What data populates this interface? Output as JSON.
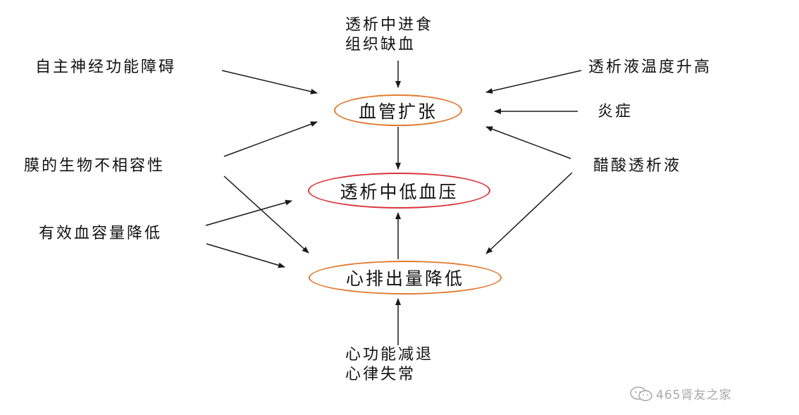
{
  "diagram": {
    "nodes": {
      "vasodilation": "血管扩张",
      "idh": "透析中低血压",
      "low_cardiac_output": "心排出量降低"
    },
    "factors": {
      "top": [
        "透析中进食",
        "组织缺血"
      ],
      "autonomic": "自主神经功能障碍",
      "dialysate_temp": "透析液温度升高",
      "inflammation": "炎症",
      "membrane": "膜的生物不相容性",
      "acetate": "醋酸透析液",
      "volume": "有效血容量降低",
      "bottom": [
        "心功能减退",
        "心律失常"
      ]
    },
    "colors": {
      "node_orange": "#e07a2e",
      "node_red": "#d8343a",
      "arrow": "#1a1a1a",
      "watermark": "#a8a8a8"
    }
  },
  "watermark": {
    "icon": "wechat-icon",
    "text": "465肾友之家"
  }
}
